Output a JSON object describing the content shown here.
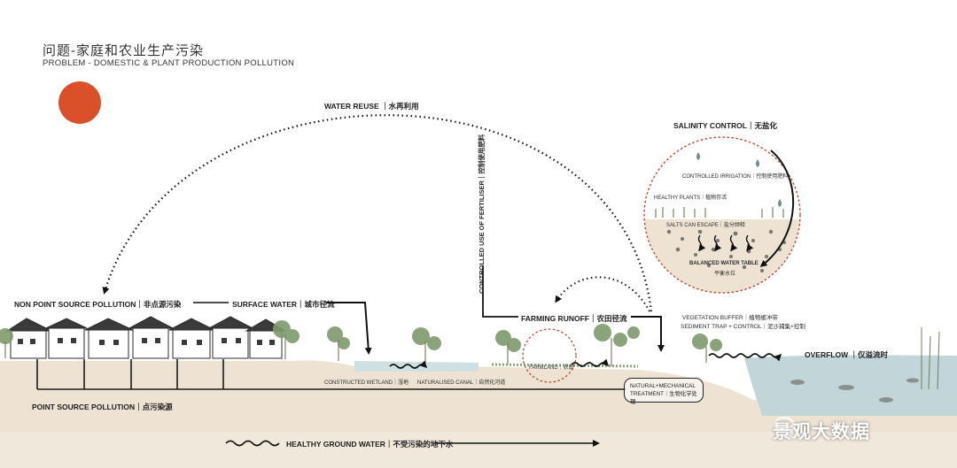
{
  "header": {
    "title_cn": "问题-家庭和农业生产污染",
    "title_en": "PROBLEM - DOMESTIC & PLANT PRODUCTION POLLUTION"
  },
  "labels": {
    "water_reuse": "WATER REUSE ｜水再利用",
    "non_point": "NON POINT SOURCE POLLUTION｜非点源污染",
    "surface_water": "SURFACE WATER｜城市径流",
    "point_source": "POINT SOURCE POLLUTION｜点污染源",
    "healthy_ground": "HEALTHY GROUND WATER｜不受污染的地下水",
    "constructed_wetland": "CONSTRUCTED WETLAND｜湿地",
    "naturalised_canal": "NATURALISED CANAL｜自然化河道",
    "fertiliser": "CONTROLLED USE OF FERTILISER｜控制使用肥料",
    "farming_runoff": "FARMING RUNOFF｜农田径流",
    "farmland": "FARMLAND｜农田",
    "treatment_line1": "NATURAL+MECHANICAL",
    "treatment_line2": "TREATMENT｜生物化学处理",
    "vegetation_buffer": "VEGETATION BUFFER｜植物缓冲带",
    "sediment_trap": "SEDIMENT TRAP + CONTROL｜泥沙捕集+控制",
    "overflow": "OVERFLOW ｜仅溢流时",
    "salinity_control": "SALINITY CONTROL｜无盐化",
    "controlled_irrigation": "CONTROLLED IRRIGATION｜控制使用肥料",
    "healthy_plants": "HEALTHY PLANTS｜植物存活",
    "salts_escape": "SALTS CAN ESCAPE｜盐分倾释",
    "balanced_table_en": "BALANCED WATER TABLE",
    "balanced_table_cn": "平衡水位"
  },
  "watermark": "景观大数据",
  "colors": {
    "sun": "#d9502a",
    "ground": "#eee3d3",
    "water": "#c6d9dd",
    "circle_dash": "#c0452a"
  }
}
